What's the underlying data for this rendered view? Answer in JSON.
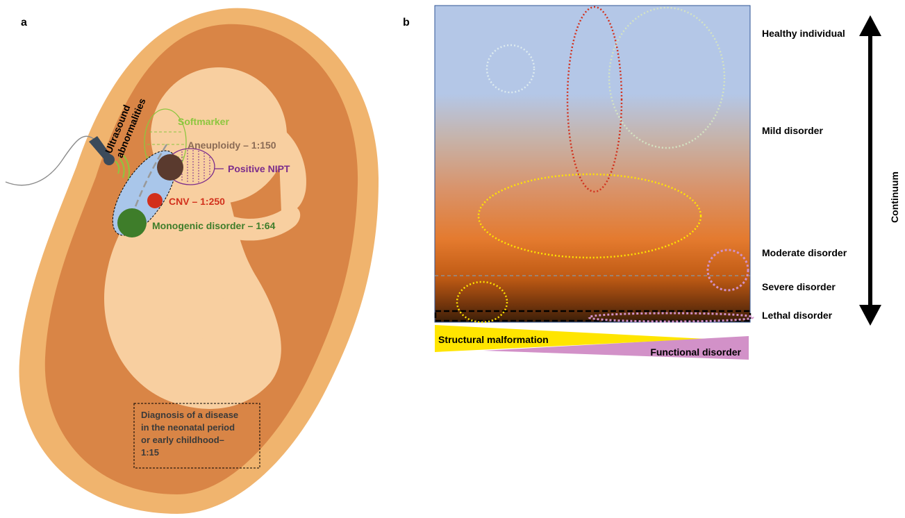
{
  "panels": {
    "a": {
      "letter": "a"
    },
    "b": {
      "letter": "b"
    }
  },
  "panel_a": {
    "ultrasound_label_line1": "Ultrasound",
    "ultrasound_label_line2": "abnormalities",
    "softmarker": "Softmarker",
    "aneuploidy": "Aneuploidy – 1:150",
    "positive_nipt": "Positive NIPT",
    "cnv": "CNV – 1:250",
    "monogenic": "Monogenic disorder – 1:64",
    "diagnosis_lines": [
      "Diagnosis of a disease",
      "in the neonatal period",
      "or early childhood–",
      "1:15"
    ]
  },
  "panel_b": {
    "severity_levels": [
      "Healthy individual",
      "Mild disorder",
      "Moderate disorder",
      "Severe disorder",
      "Lethal disorder"
    ],
    "continuum_label": "Continuum",
    "structural_label": "Structural malformation",
    "functional_label": "Functional disorder"
  },
  "colors": {
    "uterus_outer": "#F0B46E",
    "uterus_inner": "#D98546",
    "fetus": "#F8CFA0",
    "softmarker": "#8DC63F",
    "aneuploidy_text": "#8B6B55",
    "aneuploidy_dot": "#5A3A2E",
    "nipt": "#7B2C8C",
    "cnv": "#D2301C",
    "monogenic": "#3E7D2A",
    "ultrasound_ellipse": "#A9C6EA",
    "healthy_bg": "#B4C7E7",
    "lethal_bg": "#3A1E08",
    "structural": "#FFE500",
    "functional": "#D291C8"
  }
}
